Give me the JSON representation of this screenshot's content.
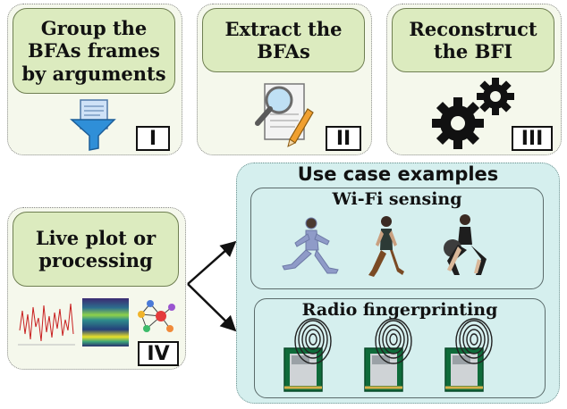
{
  "steps": [
    {
      "label_lines": [
        "Group the",
        "BFAs frames",
        "by arguments"
      ],
      "numeral": "I",
      "icon": "funnel-document-icon"
    },
    {
      "label_lines": [
        "Extract the",
        "BFAs"
      ],
      "numeral": "II",
      "icon": "magnifier-document-icon"
    },
    {
      "label_lines": [
        "Reconstruct",
        "the BFI"
      ],
      "numeral": "III",
      "icon": "gears-icon"
    },
    {
      "label_lines": [
        "Live plot or",
        "processing"
      ],
      "numeral": "IV",
      "icon": "plot-heatmap-network-icon"
    }
  ],
  "use_cases": {
    "title": "Use case examples",
    "items": [
      {
        "title": "Wi-Fi sensing",
        "icon": "human-activity-icon"
      },
      {
        "title": "Radio fingerprinting",
        "icon": "fingerprint-wifi-card-icon"
      }
    ]
  },
  "colors": {
    "panel_bg": "#f5f8ec",
    "pill_bg": "#dcebbf",
    "usecase_bg": "#d5efee"
  }
}
